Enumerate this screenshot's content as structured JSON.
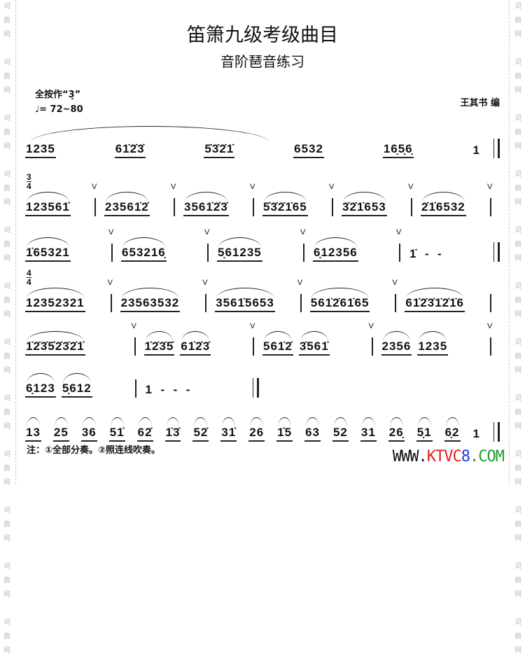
{
  "watermark": "词曲网",
  "title": "笛箫九级考级曲目",
  "subtitle": "音阶琶音练习",
  "fingering": "全按作“3̣”",
  "tempo": "♩= 72~80",
  "composer": "王其书  编",
  "rows": [
    {
      "time": "",
      "measures": [
        [
          [
            "1235",
            false
          ],
          [
            "61̇2̇3̇",
            false
          ],
          [
            "5̇3̇2̇1̇",
            false
          ],
          [
            "6532",
            false
          ],
          [
            "16̣5̣6̣",
            false
          ],
          [
            "1",
            null
          ]
        ]
      ],
      "end": "double",
      "bigslur": true
    },
    {
      "time": [
        "3",
        "4"
      ],
      "measures": [
        [
          [
            "123561̇",
            true
          ]
        ],
        [
          [
            "23561̇2̇",
            true
          ]
        ],
        [
          [
            "3561̇2̇3̇",
            true
          ]
        ],
        [
          [
            "5̇3̇2̇1̇65",
            true
          ]
        ],
        [
          [
            "3̇2̇1̇653",
            true
          ]
        ],
        [
          [
            "2̇1̇6532",
            true
          ]
        ]
      ],
      "end": "single"
    },
    {
      "time": "",
      "measures": [
        [
          [
            "1̇65321",
            true
          ]
        ],
        [
          [
            "653216̣",
            true
          ]
        ],
        [
          [
            "5̣61235",
            true
          ]
        ],
        [
          [
            "6̣12356",
            true
          ]
        ],
        [
          [
            "1̇  -  -",
            null
          ]
        ]
      ],
      "end": "double"
    },
    {
      "time": [
        "4",
        "4"
      ],
      "measures": [
        [
          [
            "12352321",
            true
          ]
        ],
        [
          [
            "23563532",
            true
          ]
        ],
        [
          [
            "3561̇5653",
            true
          ]
        ],
        [
          [
            "561̇2̇61̇65",
            true
          ]
        ],
        [
          [
            "61̇2̇3̇1̇2̇1̇6",
            true
          ]
        ]
      ],
      "end": "single"
    },
    {
      "time": "",
      "measures": [
        [
          [
            "1̇2̇3̇5̇2̇3̇2̇1̇",
            true
          ]
        ],
        [
          [
            "1̇2̇3̇5̇",
            true
          ],
          [
            "61̇2̇3̇",
            true
          ]
        ],
        [
          [
            "561̇2̇",
            true
          ],
          [
            "3̇561̇",
            true
          ]
        ],
        [
          [
            "2356",
            true
          ],
          [
            "1235",
            true
          ]
        ]
      ],
      "end": "single"
    },
    {
      "time": "",
      "measures": [
        [
          [
            "6̣123",
            true
          ],
          [
            "5̣612",
            true
          ]
        ],
        [
          [
            "1  -  -  -",
            null
          ]
        ]
      ],
      "end": "double",
      "short": true
    },
    {
      "time": "",
      "measures": [
        [
          [
            "13",
            true
          ],
          [
            "25",
            true
          ],
          [
            "36",
            true
          ],
          [
            "51̇",
            true
          ],
          [
            "62̇",
            true
          ],
          [
            "1̇3̇",
            true
          ],
          [
            "52̇",
            true
          ],
          [
            "31̇",
            true
          ],
          [
            "26",
            true
          ],
          [
            "1̇5",
            true
          ],
          [
            "63",
            true
          ],
          [
            "52",
            true
          ],
          [
            "31",
            true
          ],
          [
            "26̣",
            true
          ],
          [
            "5̣1",
            true
          ],
          [
            "6̣2",
            true
          ],
          [
            "1",
            null
          ]
        ]
      ],
      "end": "double"
    }
  ],
  "footnote": "注：①全部分奏。②照连线吹奏。",
  "site": {
    "www": "WWW.",
    "ktv": "KTVC",
    "num": "8",
    "com": ".COM",
    "colors": {
      "www": "#111111",
      "ktv": "#e02020",
      "num": "#1a3fe0",
      "com": "#1aa02a"
    }
  }
}
